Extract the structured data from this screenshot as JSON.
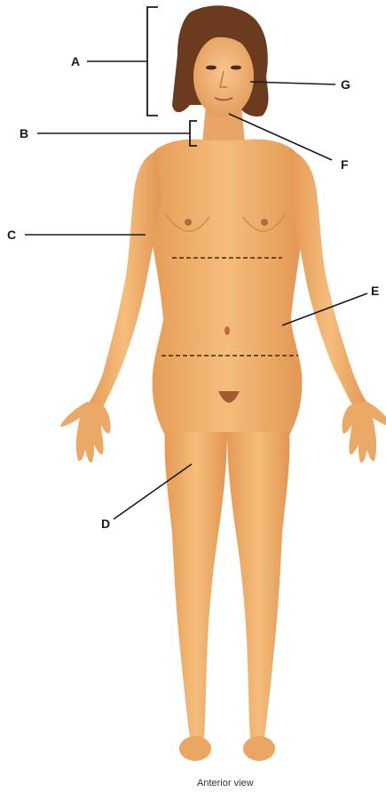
{
  "labels": {
    "a": "A",
    "b": "B",
    "c": "C",
    "d": "D",
    "e": "E",
    "f": "F",
    "g": "G"
  },
  "caption": "Anterior view",
  "colors": {
    "skin": "#f0b06a",
    "skin_shade": "#d98f4e",
    "hair": "#6b3a1f",
    "lines": "#1a1a1a"
  }
}
